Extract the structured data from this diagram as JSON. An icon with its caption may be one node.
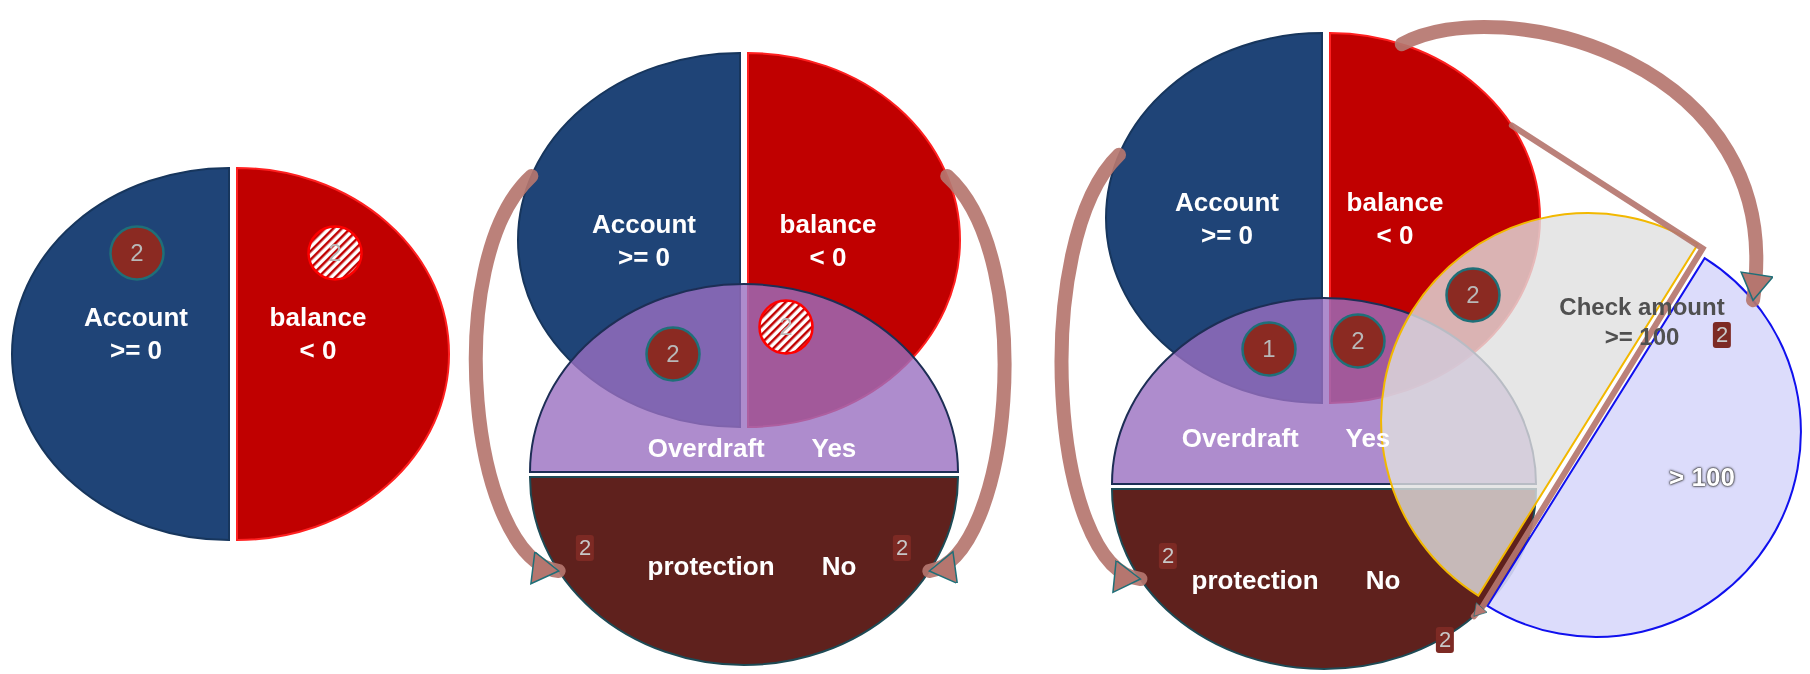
{
  "diagram": {
    "nodes": [
      {
        "text": [
          "Account >= 0"
        ]
      },
      {
        "text": [
          "balance < 0"
        ]
      },
      {
        "text": [
          "2"
        ],
        "in": 0
      },
      {
        "text": [
          "2"
        ],
        "in": 1
      },
      {
        "text": [
          "Account >= 0"
        ]
      },
      {
        "text": [
          "balance < 0"
        ]
      },
      {
        "text": [
          "Overdraft Yes"
        ]
      },
      {
        "text": [
          "protection No"
        ]
      },
      {
        "text": [
          "2"
        ]
      },
      {
        "text": [
          "2"
        ]
      },
      {
        "text": [
          "Account >= 0"
        ]
      },
      {
        "text": [
          "balance < 0"
        ]
      },
      {
        "text": [
          "Overdraft Yes"
        ]
      },
      {
        "text": [
          "protection No"
        ]
      },
      {
        "text": [
          "Check amount >= 100"
        ]
      },
      {
        "text": [
          "> 100"
        ]
      },
      {
        "text": [
          "1"
        ]
      },
      {
        "text": [
          "2"
        ]
      },
      {
        "text": [
          "2"
        ]
      }
    ],
    "edges": [
      {
        "from": 4,
        "to": 7,
        "arrow": "to",
        "label": "2"
      },
      {
        "from": 5,
        "to": 7,
        "arrow": "to",
        "label": "2"
      },
      {
        "from": 10,
        "to": 13,
        "arrow": "to",
        "label": "2"
      },
      {
        "from": 11,
        "to": 13,
        "arrow": "to",
        "label": "2"
      },
      {
        "from": 11,
        "to": 15,
        "arrow": "to",
        "label": "2"
      }
    ]
  }
}
